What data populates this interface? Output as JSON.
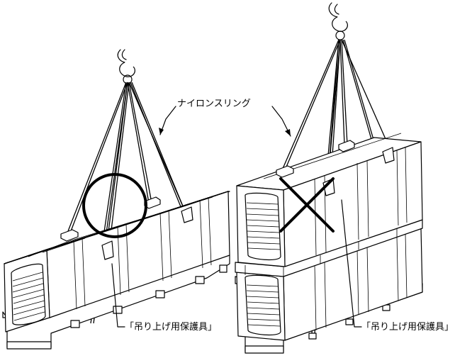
{
  "labels": {
    "sling": "ナイロンスリング",
    "protector_left": "「吊り上げ用保護具」",
    "protector_right": "「吊り上げ用保護具」"
  },
  "marks": {
    "correct": "circle",
    "wrong": "cross"
  }
}
